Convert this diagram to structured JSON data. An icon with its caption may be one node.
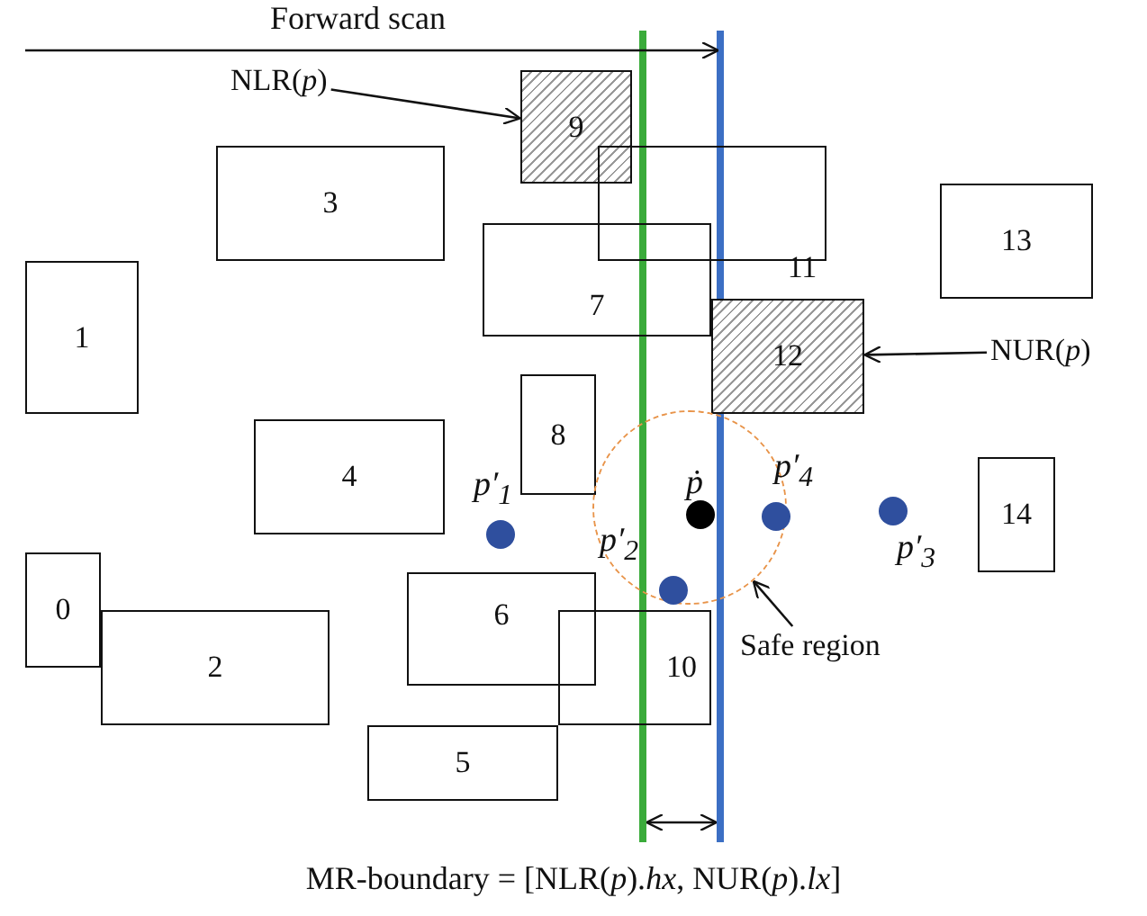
{
  "diagram": {
    "caption": "MR-boundary = [NLR(*p*).*hx*, NUR(*p*).*lx*]",
    "nodes": [
      {
        "text": [
          "NLR(*p*)"
        ]
      },
      {
        "text": [
          "9"
        ]
      },
      {
        "text": [
          "3"
        ]
      },
      {
        "text": [
          "11"
        ]
      },
      {
        "text": [
          "13"
        ]
      },
      {
        "text": [
          "1"
        ]
      },
      {
        "text": [
          "7"
        ]
      },
      {
        "text": [
          "12"
        ]
      },
      {
        "text": [
          "NUR(*p*)"
        ]
      },
      {
        "text": [
          "8"
        ]
      },
      {
        "text": [
          "4"
        ]
      },
      {
        "text": [],
        "shape": "circle",
        "beside": [
          "ṗ"
        ],
        "in": 19
      },
      {
        "text": [],
        "shape": "circle",
        "beside": [
          "p′$_{4}$"
        ],
        "in": 19
      },
      {
        "text": [],
        "shape": "circle",
        "beside": [
          "p′$_{1}$"
        ]
      },
      {
        "text": [
          "14"
        ]
      },
      {
        "text": [],
        "shape": "circle",
        "beside": [
          "p′$_{3}$"
        ]
      },
      {
        "text": [
          "0"
        ]
      },
      {
        "text": [
          "6"
        ]
      },
      {
        "text": [],
        "shape": "circle",
        "beside": [
          "p′$_{2}$"
        ],
        "in": 19
      },
      {
        "text": [],
        "shape": "circle"
      },
      {
        "text": [
          "Safe region"
        ]
      },
      {
        "text": [
          "2"
        ]
      },
      {
        "text": [
          "10"
        ]
      },
      {
        "text": [
          "5"
        ]
      }
    ],
    "edges": [
      {
        "from": 0,
        "to": 1,
        "arrow": "to"
      },
      {
        "from": 8,
        "to": 7,
        "arrow": "to"
      },
      {
        "from": 20,
        "to": 19,
        "arrow": "to"
      }
    ],
    "labels": [
      "Forward scan"
    ]
  }
}
